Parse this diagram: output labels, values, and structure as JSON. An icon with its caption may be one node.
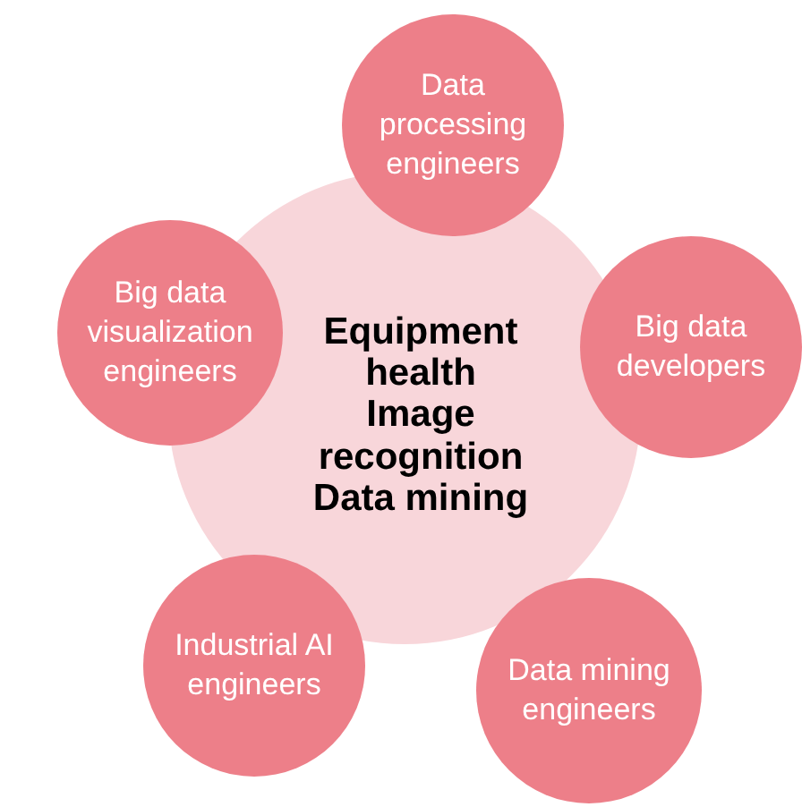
{
  "diagram": {
    "nodes": [
      {
        "text": [
          "Equipment health",
          "Image recognition",
          "Data mining"
        ]
      },
      {
        "text": [
          "Data processing engineers"
        ]
      },
      {
        "text": [
          "Big data developers"
        ]
      },
      {
        "text": [
          "Data mining engineers"
        ]
      },
      {
        "text": [
          "Industrial AI engineers"
        ]
      },
      {
        "text": [
          "Big data visualization engineers"
        ]
      }
    ]
  }
}
